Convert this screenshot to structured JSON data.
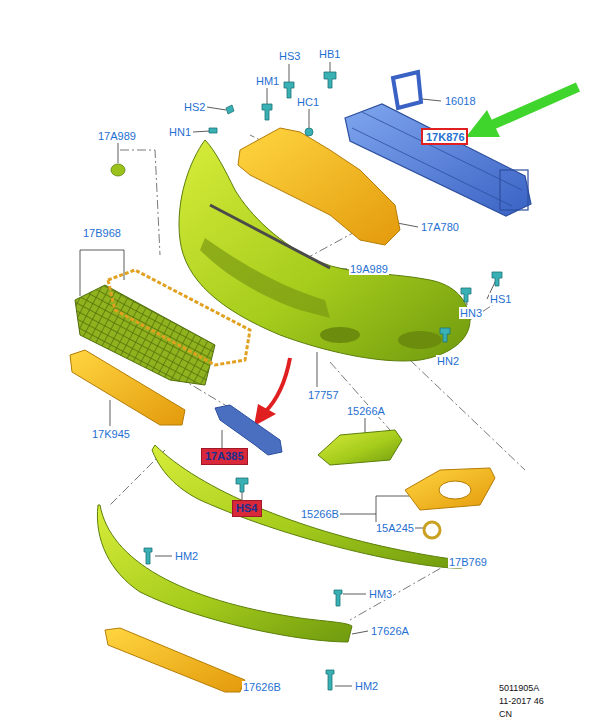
{
  "diagram": {
    "nodes": [
      {
        "text": [
          "17K876"
        ]
      },
      {
        "text": [
          "17A385"
        ]
      },
      {
        "text": [
          "HS4"
        ]
      }
    ],
    "labels": [
      "HS3",
      "HB1",
      "HM1",
      "HC1",
      "16018",
      "HS2",
      "HN1",
      "17A989",
      "17A780",
      "17B968",
      "19A989",
      "HS1",
      "HN3",
      "HN2",
      "17757",
      "15266A",
      "17K945",
      "15266B",
      "15A245",
      "HM2",
      "17B769",
      "HM3",
      "17626A",
      "HM2",
      "17626B",
      "5011905A",
      "11-2017 46",
      "CN"
    ]
  }
}
